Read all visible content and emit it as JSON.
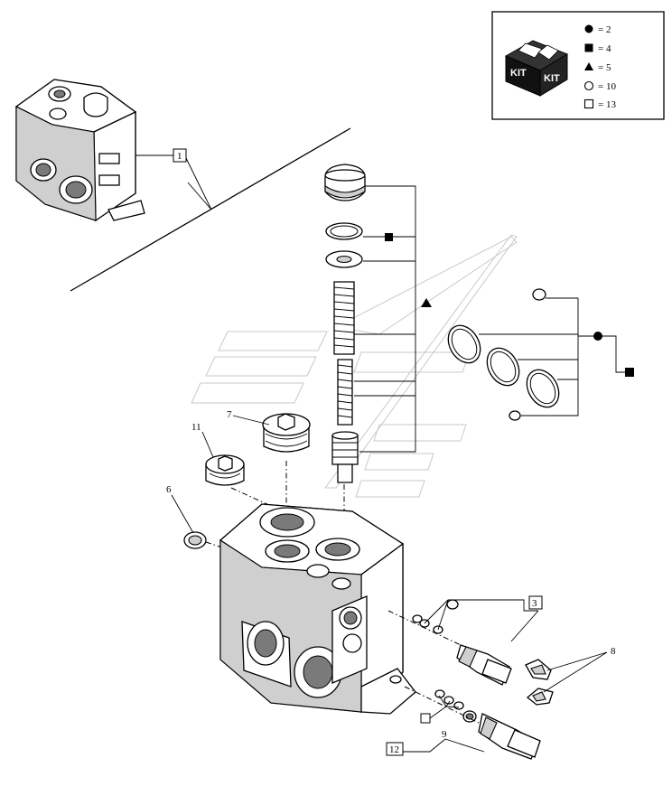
{
  "legend": {
    "items": [
      {
        "symbol": "filled-circle",
        "text": "= 2"
      },
      {
        "symbol": "filled-square",
        "text": "= 4"
      },
      {
        "symbol": "filled-triangle",
        "text": "= 5"
      },
      {
        "symbol": "open-circle",
        "text": "= 10"
      },
      {
        "symbol": "open-square",
        "text": "= 13"
      }
    ],
    "kit_text_left": "KIT",
    "kit_text_right": "KIT"
  },
  "callouts": {
    "c1_boxed": "1",
    "c3_boxed": "3",
    "c12_boxed": "12",
    "c6": "6",
    "c7": "7",
    "c8": "8",
    "c9": "9",
    "c11": "11"
  }
}
